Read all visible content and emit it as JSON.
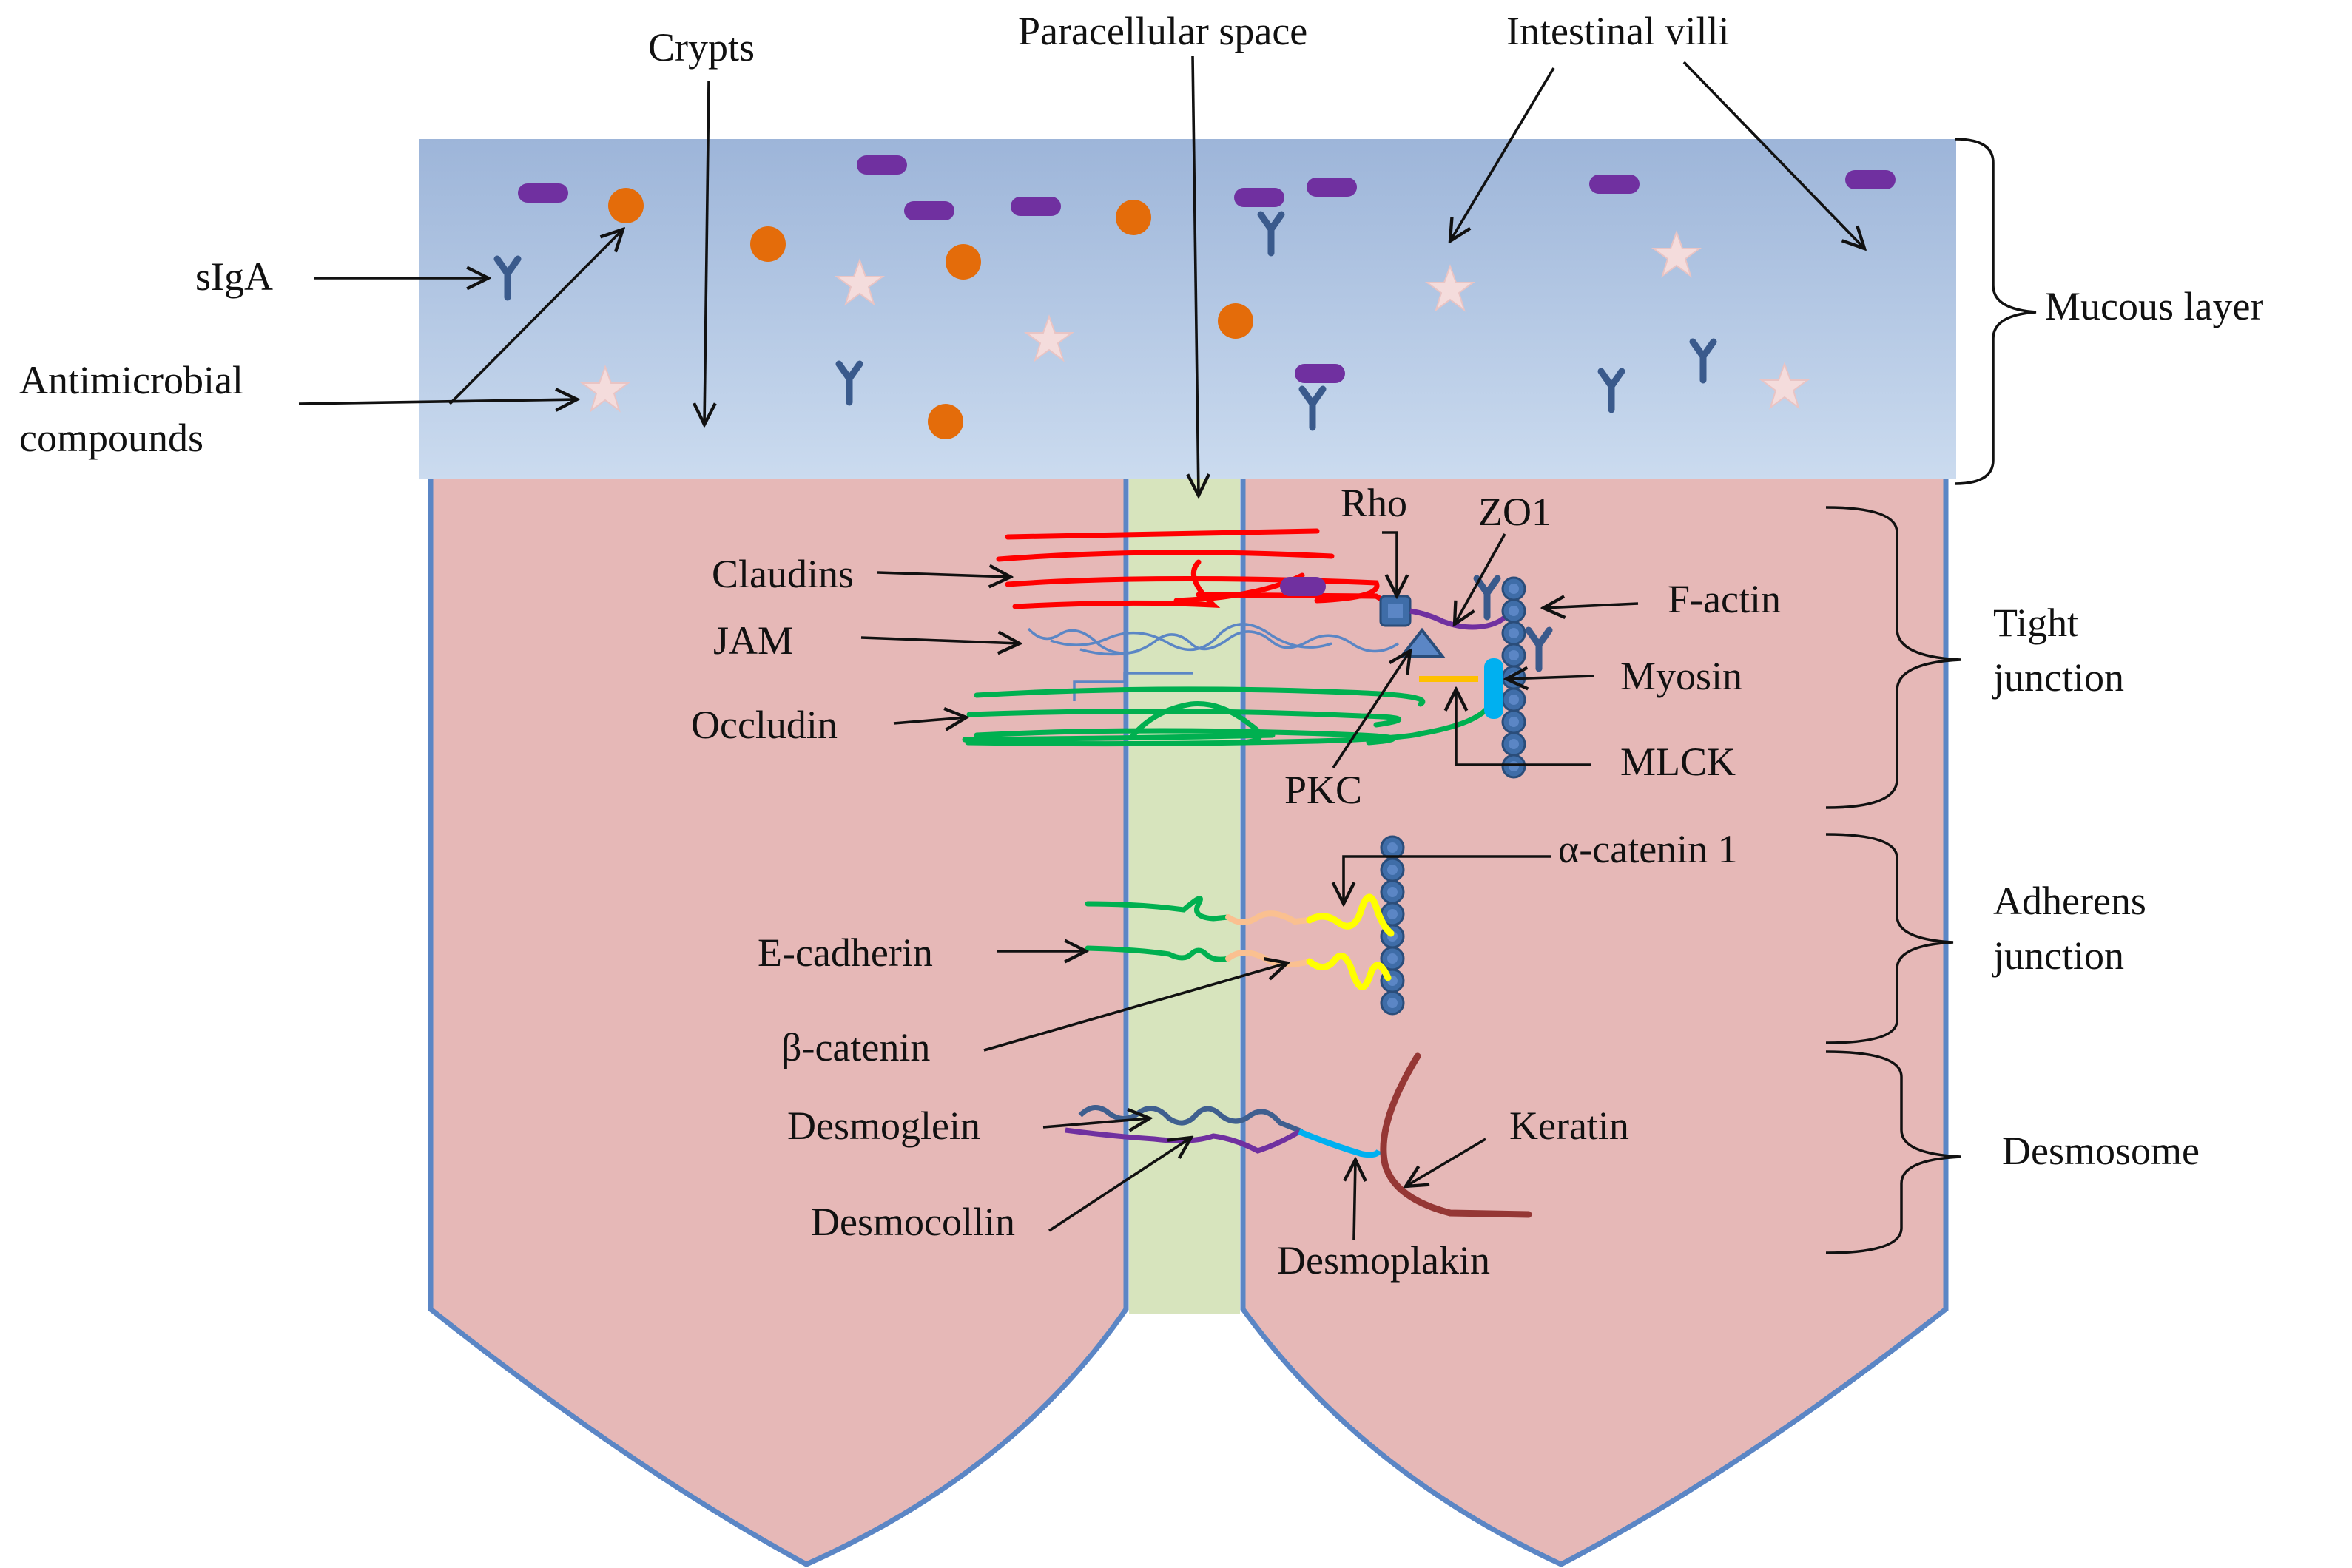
{
  "labels": {
    "crypts": "Crypts",
    "paracellular_space": "Paracellular space",
    "intestinal_villi": "Intestinal villi",
    "siga": "sIgA",
    "antimicrobial_line1": "Antimicrobial",
    "antimicrobial_line2": "compounds",
    "mucous_layer": "Mucous layer",
    "claudins": "Claudins",
    "jam": "JAM",
    "occludin": "Occludin",
    "rho": "Rho",
    "zo1": "ZO1",
    "f_actin": "F-actin",
    "myosin": "Myosin",
    "mlck": "MLCK",
    "pkc": "PKC",
    "tight_junction_line1": "Tight",
    "tight_junction_line2": "junction",
    "alpha_catenin": "α-catenin 1",
    "adherens_line1": "Adherens",
    "adherens_line2": "junction",
    "e_cadherin": "E-cadherin",
    "beta_catenin": "β-catenin",
    "desmoglein": "Desmoglein",
    "desmocollin": "Desmocollin",
    "desmoplakin": "Desmoplakin",
    "keratin": "Keratin",
    "desmosome": "Desmosome"
  },
  "colors": {
    "mucus_top": "#9db5d9",
    "mucus_bottom": "#c9d9ee",
    "cell_fill": "#e6b8b7",
    "cell_outline": "#5b86c5",
    "paracellular_fill": "#d7e4bd",
    "claudin": "#ff0000",
    "jam": "#5b86c5",
    "occludin": "#00b050",
    "siga": "#3a5a8c",
    "bar": "#7030a0",
    "dot": "#e46c0a",
    "star": "#f4dcdc",
    "zo1": "#7030a0",
    "myosin": "#00b0f0",
    "mlck": "#ffc000",
    "actin_bead": "#3f6da8",
    "beta_catenin": "#fac090",
    "alpha_catenin": "#ffff00",
    "desmoglein": "#3f5f8f",
    "desmocollin": "#7030a0",
    "desmoplakin": "#00b0f0",
    "keratin": "#953735"
  },
  "icons": [
    "siga-antibody-icon",
    "antimicrobial-peptide-bar-icon",
    "antimicrobial-dot-icon",
    "antimicrobial-star-icon",
    "actin-bead-icon"
  ]
}
